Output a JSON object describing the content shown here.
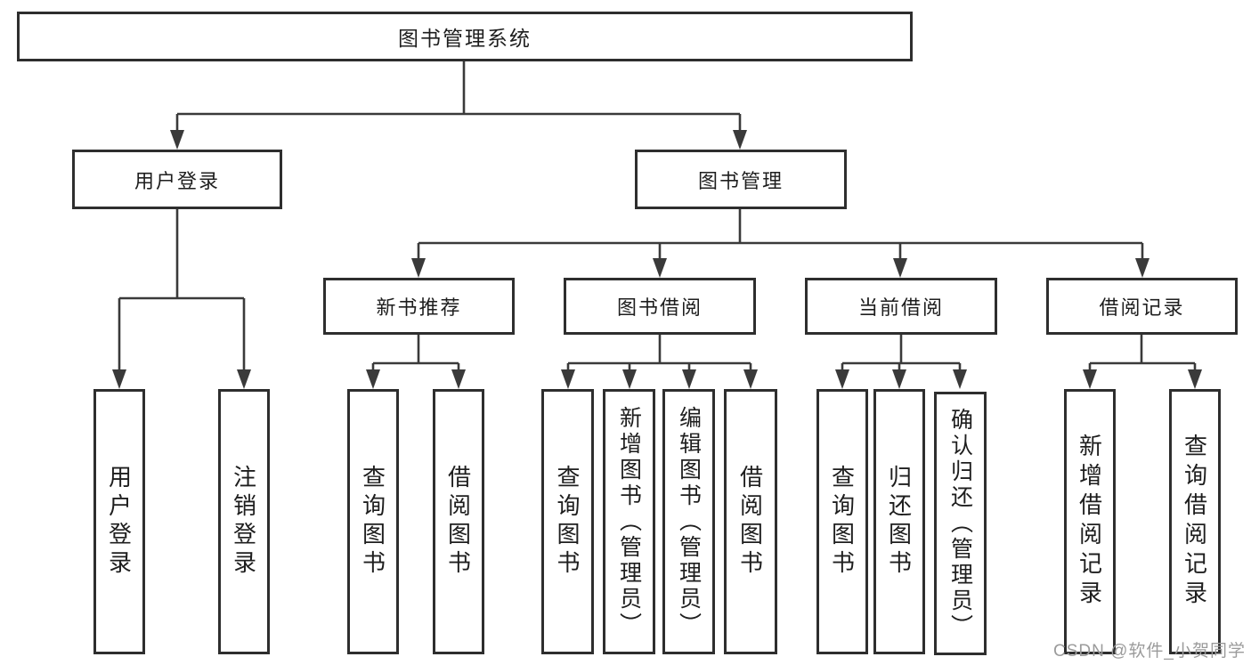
{
  "tree": {
    "root": "图书管理系统",
    "branches": [
      {
        "label": "用户登录",
        "leaves": [
          "用户登录",
          "注销登录"
        ]
      },
      {
        "label": "图书管理",
        "sections": [
          {
            "label": "新书推荐",
            "leaves": [
              "查询图书",
              "借阅图书"
            ]
          },
          {
            "label": "图书借阅",
            "leaves": [
              "查询图书",
              "新增图书（管理员）",
              "编辑图书（管理员）",
              "借阅图书"
            ]
          },
          {
            "label": "当前借阅",
            "leaves": [
              "查询图书",
              "归还图书",
              "确认归还（管理员）"
            ]
          },
          {
            "label": "借阅记录",
            "leaves": [
              "新增借阅记录",
              "查询借阅记录"
            ]
          }
        ]
      }
    ]
  },
  "watermark": "CSDN @软件_小贺同学",
  "colors": {
    "line": "#3a3a3a",
    "box_border": "#2e2e2e",
    "box_fill": "#ffffff",
    "text": "#1e1e1e",
    "watermark": "#9b9b9b",
    "background": "#ffffff"
  }
}
